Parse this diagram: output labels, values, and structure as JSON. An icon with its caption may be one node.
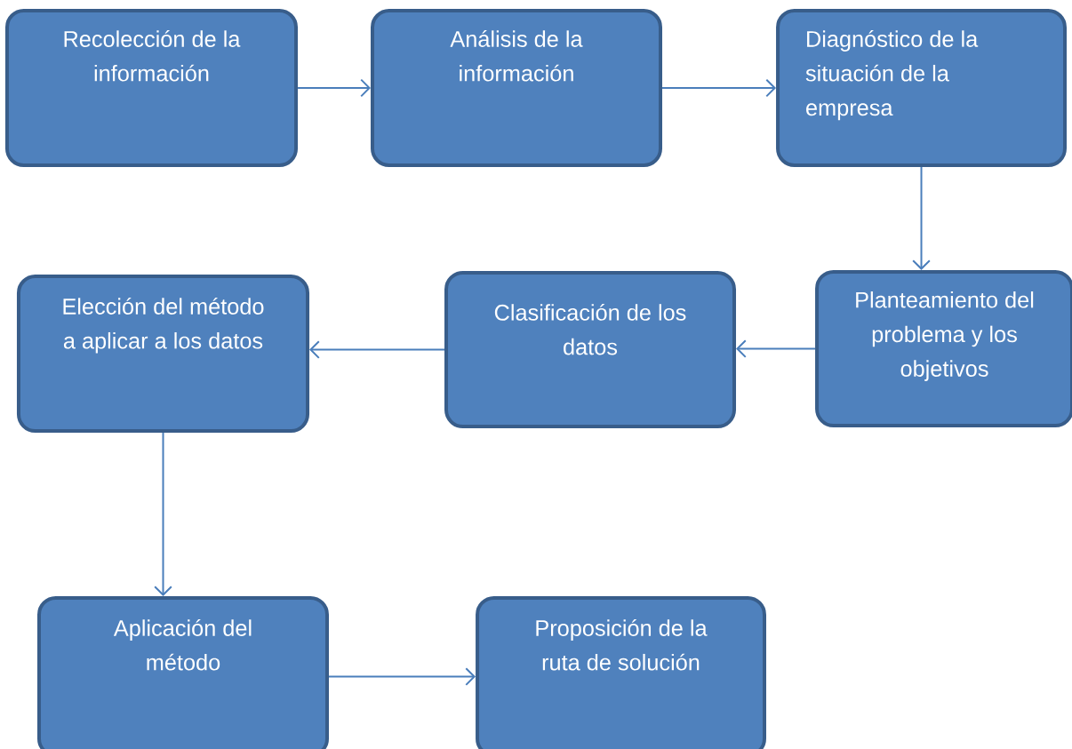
{
  "diagram": {
    "nodes": [
      {
        "text": [
          "Recolección de la información"
        ]
      },
      {
        "text": [
          "Análisis de la información"
        ]
      },
      {
        "text": [
          "Diagnóstico de la situación de la empresa"
        ]
      },
      {
        "text": [
          "Planteamiento del problema y los objetivos"
        ]
      },
      {
        "text": [
          "Clasificación de los datos"
        ]
      },
      {
        "text": [
          "Elección del método a aplicar a los datos"
        ]
      },
      {
        "text": [
          "Aplicación del método"
        ]
      },
      {
        "text": [
          "Proposición de la ruta de solución"
        ]
      }
    ],
    "edges": [
      {
        "from": 0,
        "to": 1,
        "arrow": "to"
      },
      {
        "from": 1,
        "to": 2,
        "arrow": "to"
      },
      {
        "from": 2,
        "to": 3,
        "arrow": "to"
      },
      {
        "from": 3,
        "to": 4,
        "arrow": "to"
      },
      {
        "from": 4,
        "to": 5,
        "arrow": "to"
      },
      {
        "from": 5,
        "to": 6,
        "arrow": "to"
      },
      {
        "from": 6,
        "to": 7,
        "arrow": "to"
      }
    ]
  }
}
